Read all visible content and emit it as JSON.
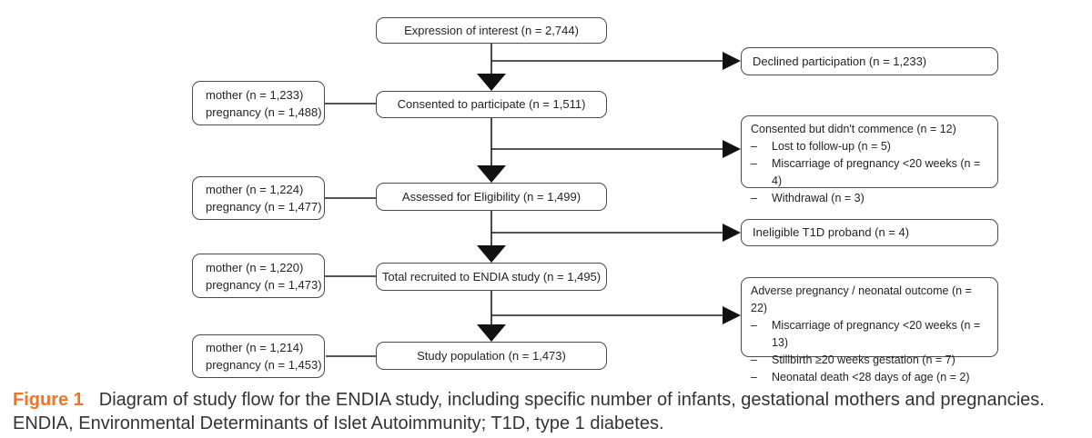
{
  "figure": {
    "caption_label": "Figure 1",
    "caption_text": "Diagram of study flow for the ENDIA study, including specific number of infants, gestational mothers and pregnancies. ENDIA, Environmental Determinants of Islet Autoimmunity; T1D, type 1 diabetes.",
    "accent_color": "#f07426",
    "line_color": "#1c1c1c"
  },
  "flowchart": {
    "bullet_char": "–",
    "main_boxes": [
      {
        "label": "Expression of interest (n = 2,744)"
      },
      {
        "label": "Consented to participate (n = 1,511)"
      },
      {
        "label": "Assessed for Eligibility (n = 1,499)"
      },
      {
        "label": "Total recruited to ENDIA study (n = 1,495)"
      },
      {
        "label": "Study population (n = 1,473)"
      }
    ],
    "side_left_boxes": [
      {
        "line1": "mother (n = 1,233)",
        "line2": "pregnancy (n = 1,488)"
      },
      {
        "line1": "mother (n = 1,224)",
        "line2": "pregnancy (n = 1,477)"
      },
      {
        "line1": "mother (n = 1,220)",
        "line2": "pregnancy (n = 1,473)"
      },
      {
        "line1": "mother (n = 1,214)",
        "line2": "pregnancy (n = 1,453)"
      }
    ],
    "side_right_boxes": [
      {
        "title": "Declined participation (n = 1,233)",
        "items": []
      },
      {
        "title": "Consented but didn't commence (n = 12)",
        "items": [
          "Lost to follow-up (n = 5)",
          "Miscarriage of pregnancy <20 weeks (n = 4)",
          "Withdrawal (n = 3)"
        ]
      },
      {
        "title": "Ineligible T1D proband (n = 4)",
        "items": []
      },
      {
        "title": "Adverse pregnancy / neonatal outcome (n = 22)",
        "items": [
          "Miscarriage of pregnancy <20 weeks (n = 13)",
          "Stillbirth ≥20 weeks gestation (n = 7)",
          "Neonatal death <28 days of age (n = 2)"
        ]
      }
    ]
  }
}
